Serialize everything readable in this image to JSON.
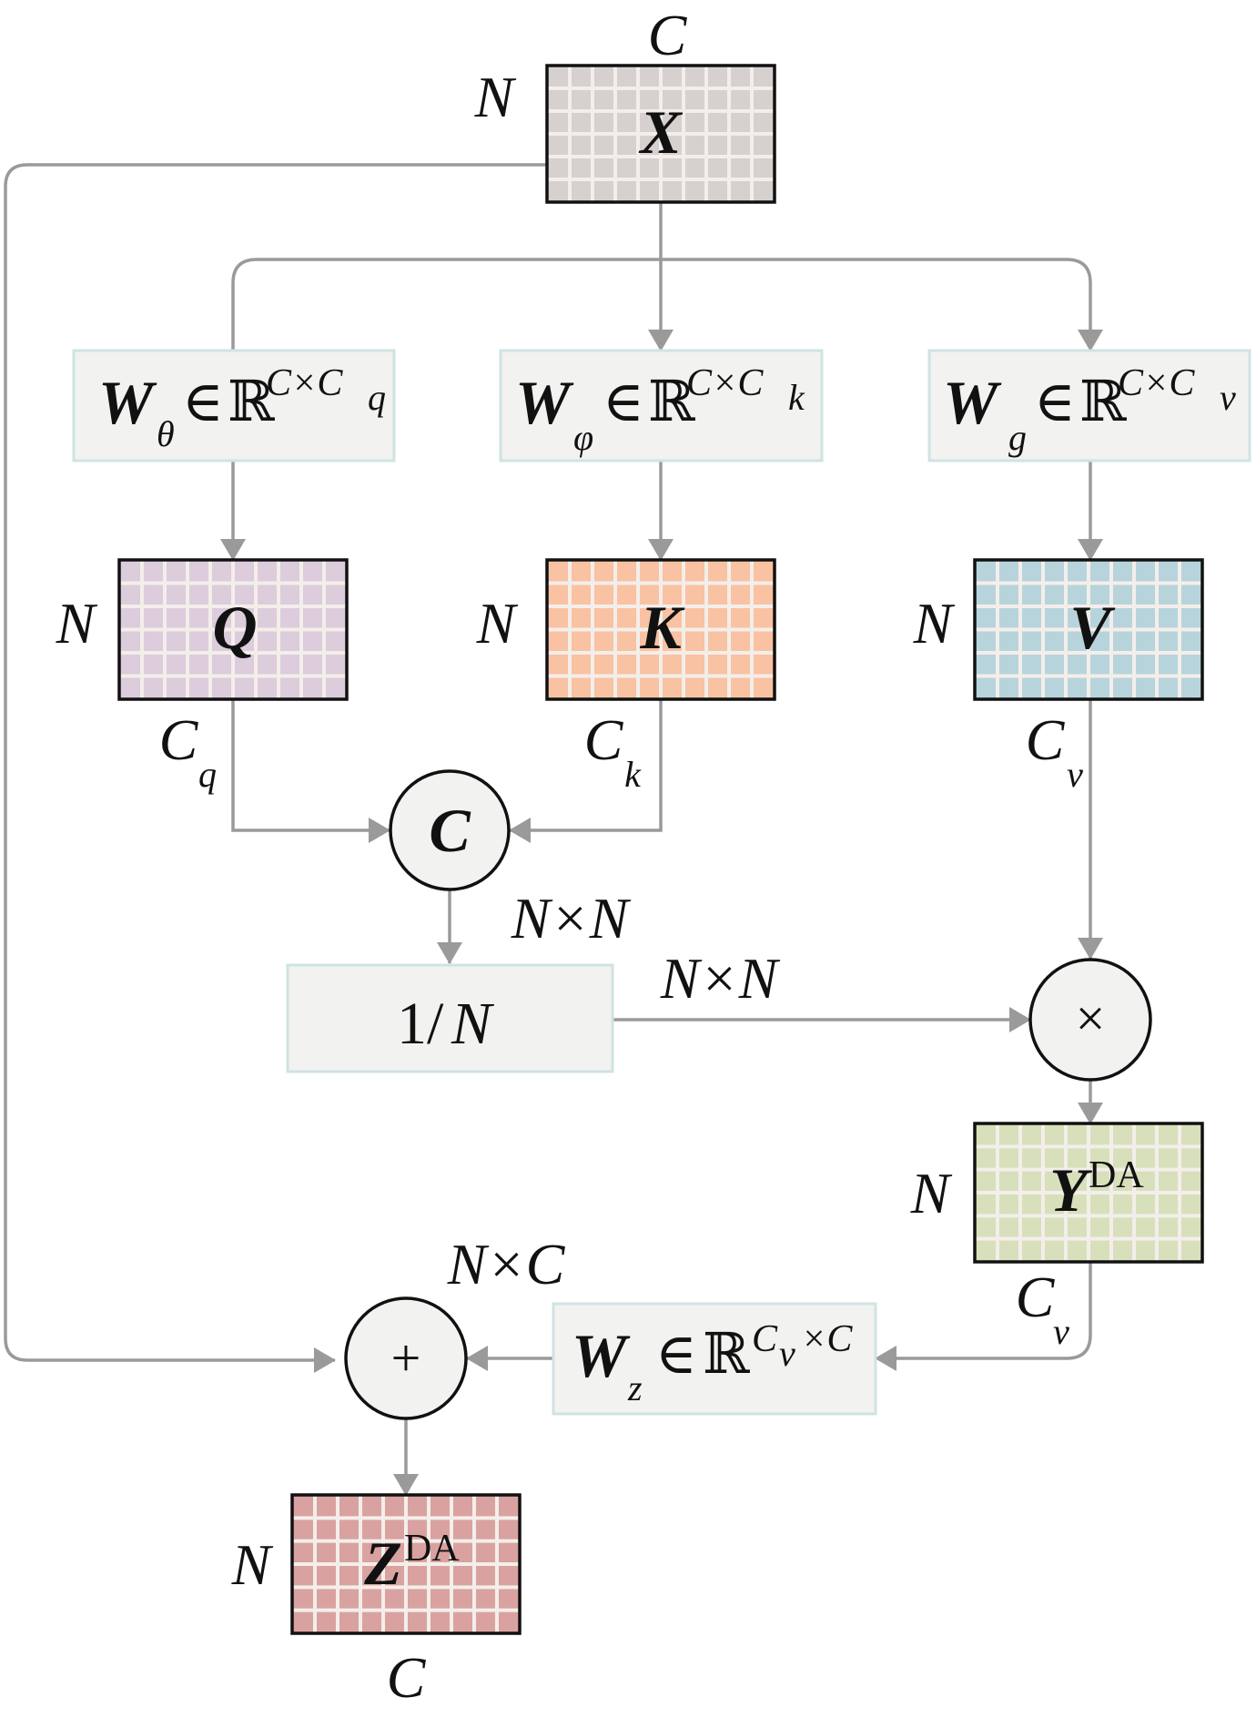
{
  "colors": {
    "X": "#d6d0ce",
    "Q": "#dcccdc",
    "K": "#f9c2a2",
    "V": "#b7d4dc",
    "Y": "#d7e0bb",
    "Z": "#d9a2a0",
    "grid_line": "#f4eeea",
    "arrow": "#9a9a9a",
    "weight_box_fill": "#f2f2f1",
    "weight_box_border": "#cfe3e3"
  },
  "matrices": {
    "X": {
      "symbol": "X",
      "sup": "",
      "row_label": "N",
      "col_label": "C"
    },
    "Q": {
      "symbol": "Q",
      "sup": "",
      "row_label": "N",
      "col_label": "C",
      "col_sub": "q"
    },
    "K": {
      "symbol": "K",
      "sup": "",
      "row_label": "N",
      "col_label": "C",
      "col_sub": "k"
    },
    "V": {
      "symbol": "V",
      "sup": "",
      "row_label": "N",
      "col_label": "C",
      "col_sub": "v"
    },
    "Y": {
      "symbol": "Y",
      "sup": "DA",
      "row_label": "N",
      "col_label": "C",
      "col_sub": "v"
    },
    "Z": {
      "symbol": "Z",
      "sup": "DA",
      "row_label": "N",
      "col_label": "C"
    }
  },
  "weights": {
    "theta": {
      "W": "W",
      "sub": "θ",
      "in": "∈",
      "R": "ℝ",
      "sup_a": "C×C",
      "sup_b": "q"
    },
    "phi": {
      "W": "W",
      "sub": "φ",
      "in": "∈",
      "R": "ℝ",
      "sup_a": "C×C",
      "sup_b": "k"
    },
    "g": {
      "W": "W",
      "sub": "g",
      "in": "∈",
      "R": "ℝ",
      "sup_a": "C×C",
      "sup_b": "v"
    },
    "z": {
      "W": "W",
      "sub": "z",
      "in": "∈",
      "R": "ℝ",
      "sup_a": "C",
      "sup_b": "v",
      "sup_c": "×C"
    }
  },
  "operators": {
    "C": "C",
    "multiply": "×",
    "add": "+"
  },
  "scale_box": {
    "num": "1/",
    "den": "N"
  },
  "dims": {
    "c_out": "N×N",
    "scale_out": "N×N",
    "add_in": "N×C"
  }
}
